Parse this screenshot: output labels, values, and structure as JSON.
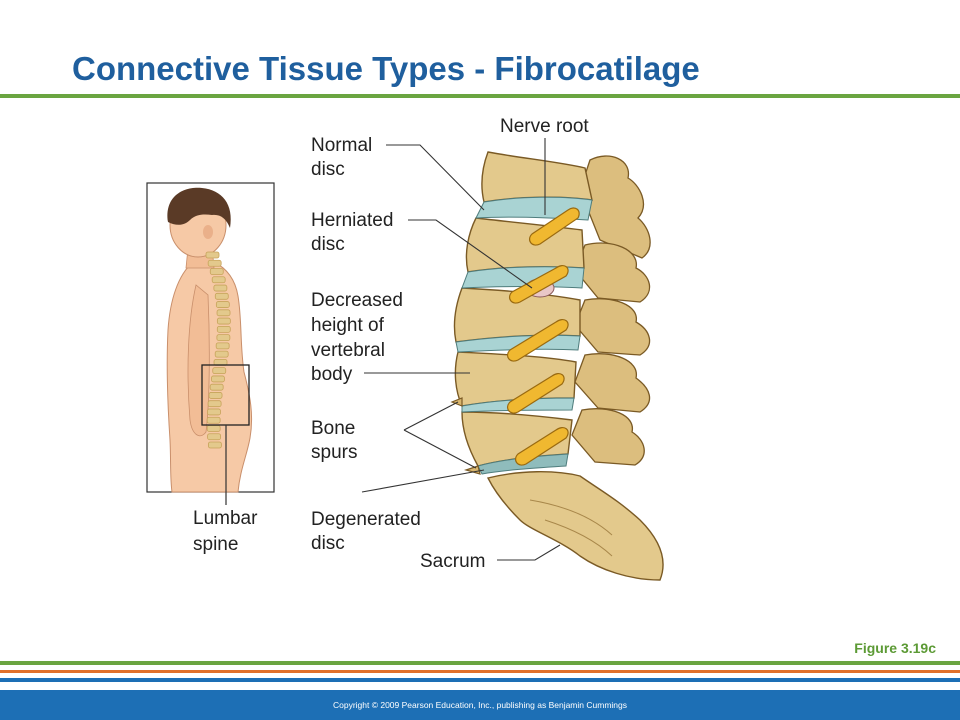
{
  "slide": {
    "title": "Connective Tissue Types - Fibrocatilage",
    "figure_ref": "Figure 3.19c",
    "copyright": "Copyright © 2009 Pearson Education, Inc., publishing as Benjamin Cummings"
  },
  "labels": {
    "lumbar_spine": [
      "Lumbar",
      "spine"
    ],
    "normal_disc": [
      "Normal",
      "disc"
    ],
    "herniated_disc": [
      "Herniated",
      "disc"
    ],
    "decreased_height": [
      "Decreased",
      "height of",
      "vertebral",
      "body"
    ],
    "bone_spurs": [
      "Bone",
      "spurs"
    ],
    "degenerated_disc": [
      "Degenerated",
      "disc"
    ],
    "nerve_root": "Nerve root",
    "sacrum": "Sacrum"
  },
  "colors": {
    "title": "#1f5f9e",
    "accent_green": "#6aa541",
    "accent_orange": "#e0702a",
    "footer_blue": "#1d6fb5",
    "bone": "#e3c98c",
    "bone_dark": "#c7a35a",
    "disc": "#a9d3d3",
    "nerve": "#f0b830",
    "skin": "#f6c9a6",
    "hair": "#5a3a26"
  }
}
